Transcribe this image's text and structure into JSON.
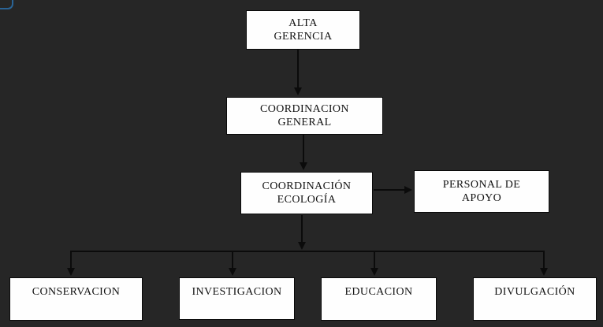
{
  "diagram": {
    "type": "org-chart",
    "background": "#262626",
    "node_fill": "#fefefe",
    "node_border": "#0a0a0a",
    "connector_color": "#0b0b0b",
    "corner_accent_blue": "#2a6496",
    "nodes": {
      "alta_gerencia": {
        "lines": [
          "ALTA",
          "GERENCIA"
        ]
      },
      "coordinacion_general": {
        "lines": [
          "COORDINACION",
          "GENERAL"
        ]
      },
      "coordinacion_ecologia": {
        "lines": [
          "COORDINACIÓN",
          "ECOLOGÍA"
        ]
      },
      "personal_de_apoyo": {
        "lines": [
          "PERSONAL DE",
          "APOYO"
        ]
      },
      "conservacion": {
        "lines": [
          "CONSERVACION"
        ]
      },
      "investigacion": {
        "lines": [
          "INVESTIGACION"
        ]
      },
      "educacion": {
        "lines": [
          "EDUCACION"
        ]
      },
      "divulgacion": {
        "lines": [
          "DIVULGACIÓN"
        ]
      }
    },
    "edges": [
      {
        "from": "alta_gerencia",
        "to": "coordinacion_general",
        "style": "arrow-down"
      },
      {
        "from": "coordinacion_general",
        "to": "coordinacion_ecologia",
        "style": "arrow-down"
      },
      {
        "from": "coordinacion_ecologia",
        "to": "personal_de_apoyo",
        "style": "arrow-right"
      },
      {
        "from": "coordinacion_ecologia",
        "to": "conservacion",
        "style": "arrow-down"
      },
      {
        "from": "coordinacion_ecologia",
        "to": "investigacion",
        "style": "arrow-down"
      },
      {
        "from": "coordinacion_ecologia",
        "to": "educacion",
        "style": "arrow-down"
      },
      {
        "from": "coordinacion_ecologia",
        "to": "divulgacion",
        "style": "arrow-down"
      }
    ]
  }
}
